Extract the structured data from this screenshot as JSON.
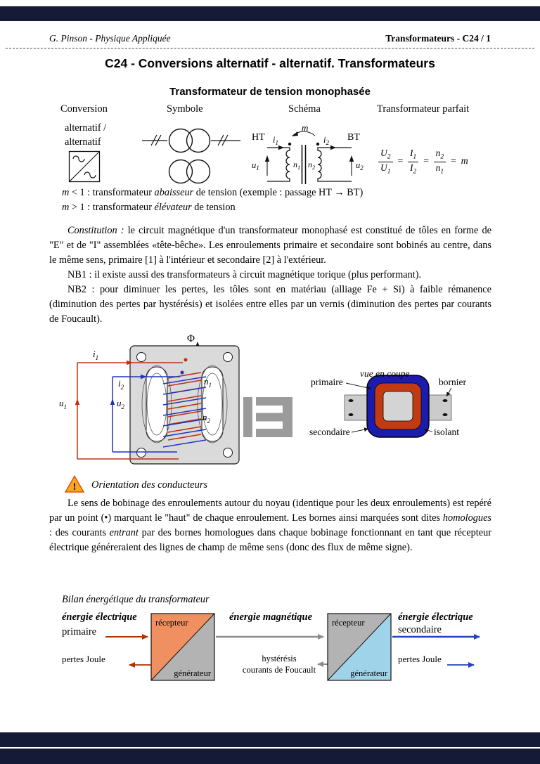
{
  "header": {
    "left": "G. Pinson - Physique Appliquée",
    "right": "Transformateurs - C24 / 1"
  },
  "title": "C24 - Conversions alternatif - alternatif. Transformateurs",
  "subtitle": "Transformateur de tension monophasée",
  "table": {
    "headers": {
      "conversion": "Conversion",
      "symbole": "Symbole",
      "schema": "Schéma",
      "parfait": "Transformateur parfait"
    },
    "conversion_label_line1": "alternatif /",
    "conversion_label_line2": "alternatif"
  },
  "schema": {
    "ht": "HT",
    "bt": "BT",
    "m": "m",
    "i1": {
      "base": "i",
      "sub": "1"
    },
    "i2": {
      "base": "i",
      "sub": "2"
    },
    "u1": {
      "base": "u",
      "sub": "1"
    },
    "u2": {
      "base": "u",
      "sub": "2"
    },
    "n1": {
      "base": "n",
      "sub": "1"
    },
    "n2": {
      "base": "n",
      "sub": "2"
    }
  },
  "formula": {
    "f1": {
      "num_base": "U",
      "num_sub": "2",
      "den_base": "U",
      "den_sub": "1"
    },
    "f2": {
      "num_base": "I",
      "num_sub": "1",
      "den_base": "I",
      "den_sub": "2"
    },
    "f3": {
      "num_base": "n",
      "num_sub": "2",
      "den_base": "n",
      "den_sub": "1"
    },
    "equals": "=",
    "result": "m"
  },
  "ratio_notes": {
    "lt": {
      "m": "m",
      "mid": " < 1 : transformateur ",
      "em": "abaisseur",
      "rest": " de tension (exemple : passage HT → BT)"
    },
    "gt": {
      "m": "m",
      "mid": " > 1 : transformateur ",
      "em": "élévateur",
      "rest": " de tension"
    }
  },
  "constitution": {
    "lead": "Constitution :",
    "body": " le circuit magnétique d'un transformateur monophasé est constitué de tôles en forme de \"E\" et de \"I\" assemblées «tête-bêche». Les enroulements primaire et secondaire sont bobinés au centre, dans le même sens, primaire [1] à l'intérieur et secondaire [2] à l'extérieur.",
    "nb1": "NB1 : il existe aussi des transformateurs à circuit magnétique torique (plus performant).",
    "nb2": "NB2 : pour diminuer les pertes, les tôles sont en matériau (alliage Fe + Si) à faible rémanence (diminution des pertes par hystérésis) et isolées entre elles par un vernis (diminution des pertes par courants de Foucault)."
  },
  "core_diagram": {
    "phi": "Φ",
    "i1": {
      "base": "i",
      "sub": "1"
    },
    "i2": {
      "base": "i",
      "sub": "2"
    },
    "u1": {
      "base": "u",
      "sub": "1"
    },
    "u2": {
      "base": "u",
      "sub": "2"
    },
    "n1": {
      "base": "n",
      "sub": "1"
    },
    "n2": {
      "base": "n",
      "sub": "2"
    }
  },
  "cross_section": {
    "title": "vue en coupe",
    "primaire": "primaire",
    "bornier": "bornier",
    "secondaire": "secondaire",
    "isolant": "isolant"
  },
  "orientation": {
    "warning_symbol": "!",
    "heading": "Orientation des conducteurs",
    "p1": "Le sens de bobinage des enroulements autour du noyau (identique pour les deux enroulements) est repéré par un point (•) marquant le \"haut\" de chaque enroulement. Les bornes ainsi marquées sont dites ",
    "em1": "homologues",
    "p2": " : des courants ",
    "em2": "entrant",
    "p3": " par des bornes homologues dans chaque bobinage fonctionnant en tant que récepteur électrique généreraient des lignes de champ de même sens (donc des flux de même signe)."
  },
  "bilan": {
    "heading": "Bilan énergétique du transformateur",
    "left_title": "énergie électrique",
    "left_sub": "primaire",
    "mid_title": "énergie magnétique",
    "right_title": "énergie électrique",
    "right_sub": "secondaire",
    "box1_top": "récepteur",
    "box1_bottom": "générateur",
    "box2_top": "récepteur",
    "box2_bottom": "générateur",
    "loss_left": "pertes Joule",
    "loss_right": "pertes Joule",
    "loss_mid1": "hystérésis",
    "loss_mid2": "courants de Foucault",
    "colors": {
      "frame_bar": "#151b36",
      "primary_arrow": "#b03000",
      "magnetic_arrow": "#8c8c8c",
      "secondary_arrow": "#2244bb",
      "box1_top_fill": "#f09060",
      "box_gray": "#b3b3b3",
      "box2_bottom_fill": "#9fd3ea",
      "winding_primary": "#c03010",
      "winding_secondary": "#2233bb"
    }
  }
}
